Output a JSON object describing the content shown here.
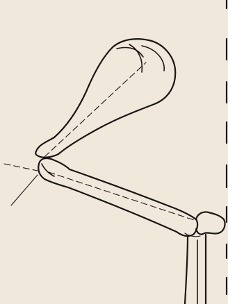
{
  "figure": {
    "bones": [
      "upper-bone",
      "lower-bone",
      "end-bone"
    ],
    "colors": {
      "paper": "#f1e8dc",
      "ink": "#1a1614"
    }
  }
}
